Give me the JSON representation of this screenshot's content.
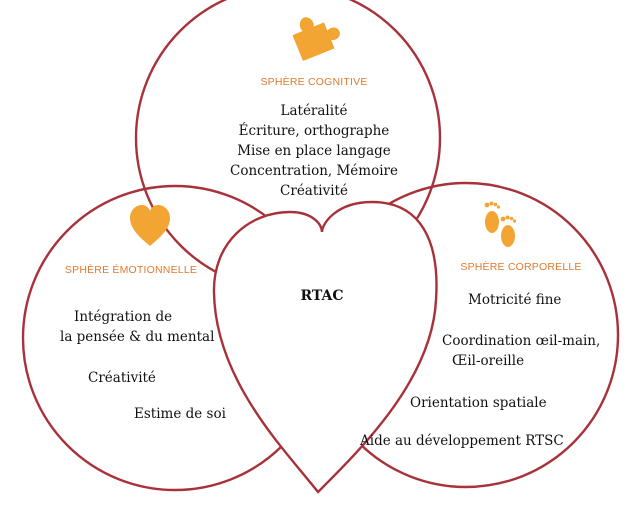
{
  "colors": {
    "outline": "#a8323a",
    "icon_orange": "#f2a533",
    "header_text": "#e07a2c",
    "body_text": "#111111"
  },
  "center": {
    "label": "RTAC",
    "icon": "heart-outline"
  },
  "cognitive": {
    "icon": "puzzle-piece-icon",
    "header": "SPHÈRE COGNITIVE",
    "lines": [
      "Latéralité",
      "Écriture, orthographe",
      "Mise en place langage",
      "Concentration, Mémoire",
      "Créativité"
    ]
  },
  "emotional": {
    "icon": "heart-icon",
    "header": "SPHÈRE ÉMOTIONNELLE",
    "items": [
      "Intégration de",
      "la pensée & du mental",
      "Créativité",
      "Estime de soi"
    ]
  },
  "corporal": {
    "icon": "footprints-icon",
    "header": "SPHÈRE CORPORELLE",
    "items": [
      "Motricité fine",
      "Coordination œil-main,",
      "Œil-oreille",
      "Orientation spatiale",
      "Aide au développement RTSC"
    ]
  }
}
